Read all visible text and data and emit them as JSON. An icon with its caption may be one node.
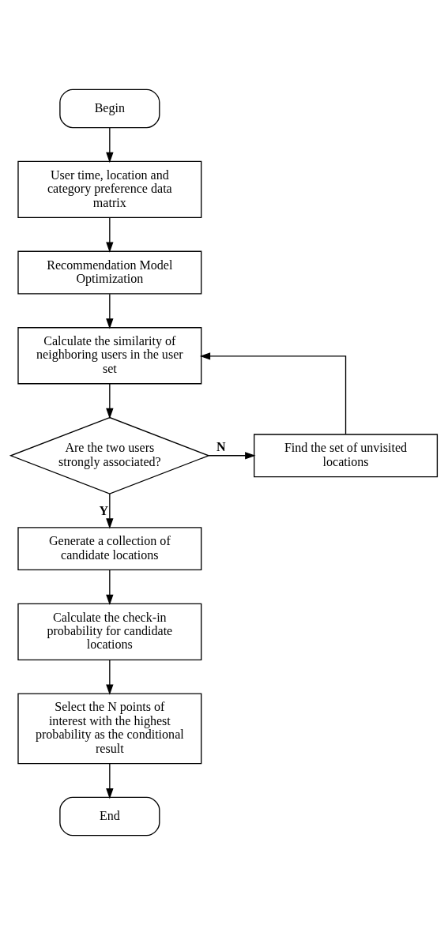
{
  "diagram": {
    "nodes": [
      {
        "text": [
          "Begin"
        ]
      },
      {
        "text": [
          "User time, location and category preference data matrix"
        ]
      },
      {
        "text": [
          "Recommendation Model Optimization"
        ]
      },
      {
        "text": [
          "Calculate the similarity of neighboring users in the user set"
        ]
      },
      {
        "text": [
          "Are the two users strongly associated?"
        ]
      },
      {
        "text": [
          "Find the set of unvisited locations"
        ]
      },
      {
        "text": [
          "Generate a collection of candidate locations"
        ]
      },
      {
        "text": [
          "Calculate the check-in probability for candidate locations"
        ]
      },
      {
        "text": [
          "Select the N points of interest with the highest probability as the conditional result"
        ]
      },
      {
        "text": [
          "End"
        ]
      }
    ],
    "edges": [
      {
        "from": 0,
        "to": 1,
        "arrow": "to"
      },
      {
        "from": 1,
        "to": 2,
        "arrow": "to"
      },
      {
        "from": 2,
        "to": 3,
        "arrow": "to"
      },
      {
        "from": 3,
        "to": 4,
        "arrow": "to"
      },
      {
        "from": 4,
        "to": 5,
        "arrow": "to",
        "label": "N"
      },
      {
        "from": 5,
        "to": 3,
        "arrow": "to"
      },
      {
        "from": 4,
        "to": 6,
        "arrow": "to",
        "label": "Y"
      },
      {
        "from": 6,
        "to": 7,
        "arrow": "to"
      },
      {
        "from": 7,
        "to": 8,
        "arrow": "to"
      },
      {
        "from": 8,
        "to": 9,
        "arrow": "to"
      }
    ]
  }
}
